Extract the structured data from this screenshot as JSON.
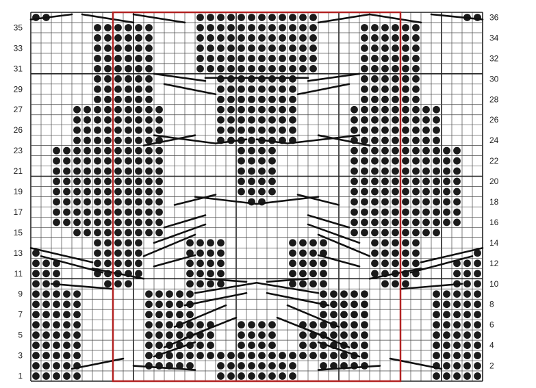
{
  "chart": {
    "columns": 44,
    "rows": 36,
    "left_row_labels": [
      "1",
      "3",
      "5",
      "7",
      "9",
      "11",
      "13",
      "15",
      "17",
      "19",
      "21",
      "23",
      "26",
      "27",
      "29",
      "31",
      "33",
      "35"
    ],
    "right_row_labels": [
      "2",
      "4",
      "6",
      "8",
      "10",
      "12",
      "14",
      "16",
      "18",
      "20",
      "22",
      "24",
      "26",
      "28",
      "30",
      "32",
      "34",
      "36"
    ],
    "repeat_start_column": 8,
    "repeat_end_column": 36,
    "colors": {
      "stitch_dot": "#1a1a1a",
      "grid_line": "#444444",
      "major_line": "#222222",
      "repeat_outline": "#b22222",
      "cable_line": "#111111",
      "label": "#222222"
    },
    "symbols": {
      "filled_dot": "purl-stitch-dot-icon",
      "empty_cell": "knit-stitch-cell",
      "diagonal": "cable-cross-line-icon"
    }
  }
}
